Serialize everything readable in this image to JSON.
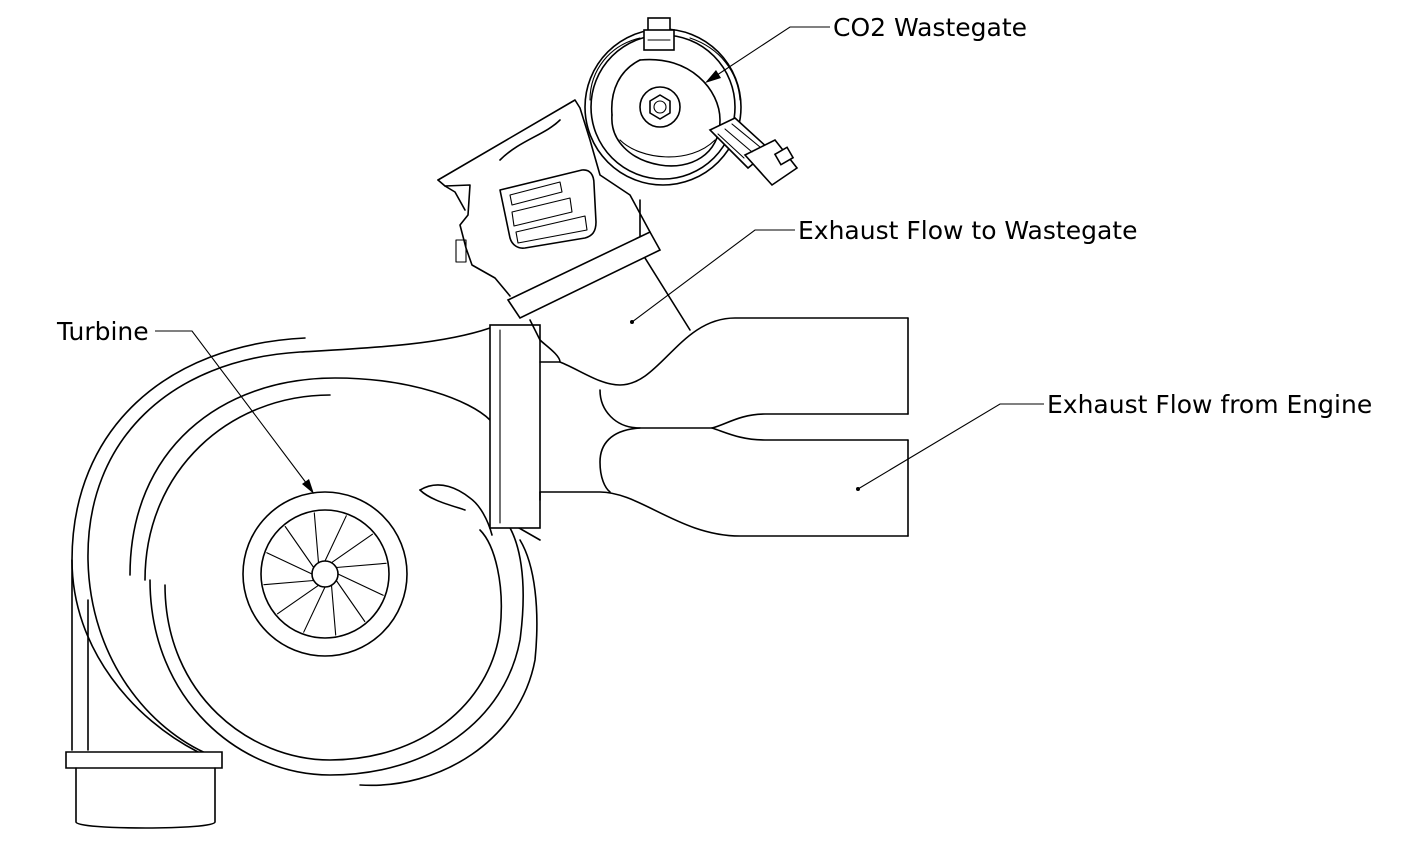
{
  "labels": {
    "co2_wastegate": "CO2 Wastegate",
    "exhaust_to_wastegate": "Exhaust Flow to Wastegate",
    "exhaust_from_engine": "Exhaust Flow from Engine",
    "turbine": "Turbine"
  },
  "colors": {
    "line": "#000000",
    "background": "#ffffff"
  }
}
